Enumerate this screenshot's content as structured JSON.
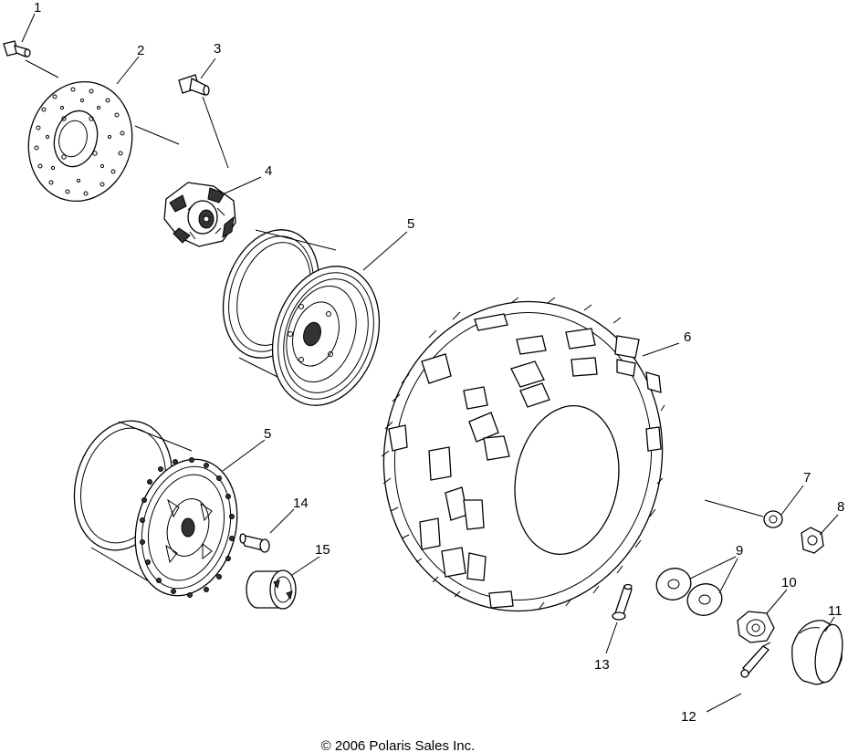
{
  "labels": {
    "l1": "1",
    "l2": "2",
    "l3": "3",
    "l4": "4",
    "l5a": "5",
    "l5b": "5",
    "l6": "6",
    "l7": "7",
    "l8": "8",
    "l9": "9",
    "l10": "10",
    "l11": "11",
    "l12": "12",
    "l13": "13",
    "l14": "14",
    "l15": "15"
  },
  "copyright": "© 2006 Polaris Sales Inc."
}
